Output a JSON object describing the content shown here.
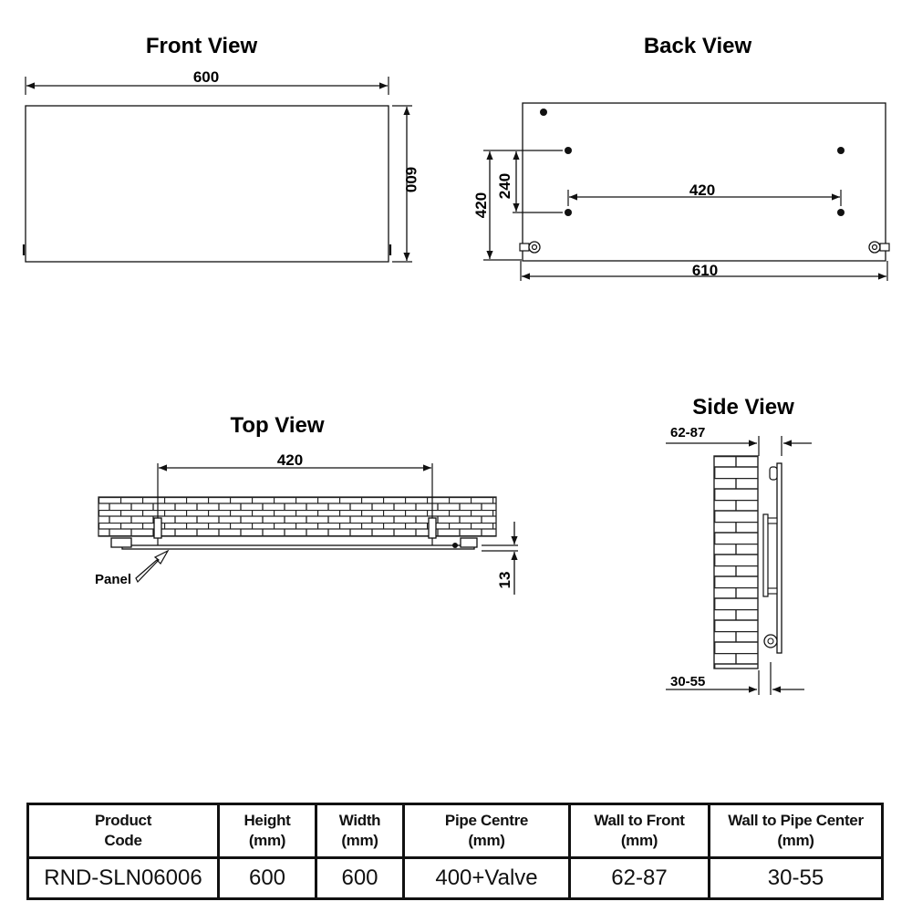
{
  "views": {
    "front": {
      "title": "Front View",
      "width_label": "600",
      "height_label": "600"
    },
    "back": {
      "title": "Back View",
      "label_240": "240",
      "label_420_vertical": "420",
      "label_420_horizontal": "420",
      "label_610": "610"
    },
    "top": {
      "title": "Top View",
      "label_420": "420",
      "panel_label": "Panel",
      "label_13": "13"
    },
    "side": {
      "title": "Side View",
      "label_top": "62-87",
      "label_bottom": "30-55"
    }
  },
  "table": {
    "headers": [
      [
        "Product",
        "Code"
      ],
      [
        "Height",
        "(mm)"
      ],
      [
        "Width",
        "(mm)"
      ],
      [
        "Pipe Centre",
        "(mm)"
      ],
      [
        "Wall to Front",
        "(mm)"
      ],
      [
        "Wall to Pipe Center",
        "(mm)"
      ]
    ],
    "row": [
      "RND-SLN06006",
      "600",
      "600",
      "400+Valve",
      "62-87",
      "30-55"
    ]
  }
}
